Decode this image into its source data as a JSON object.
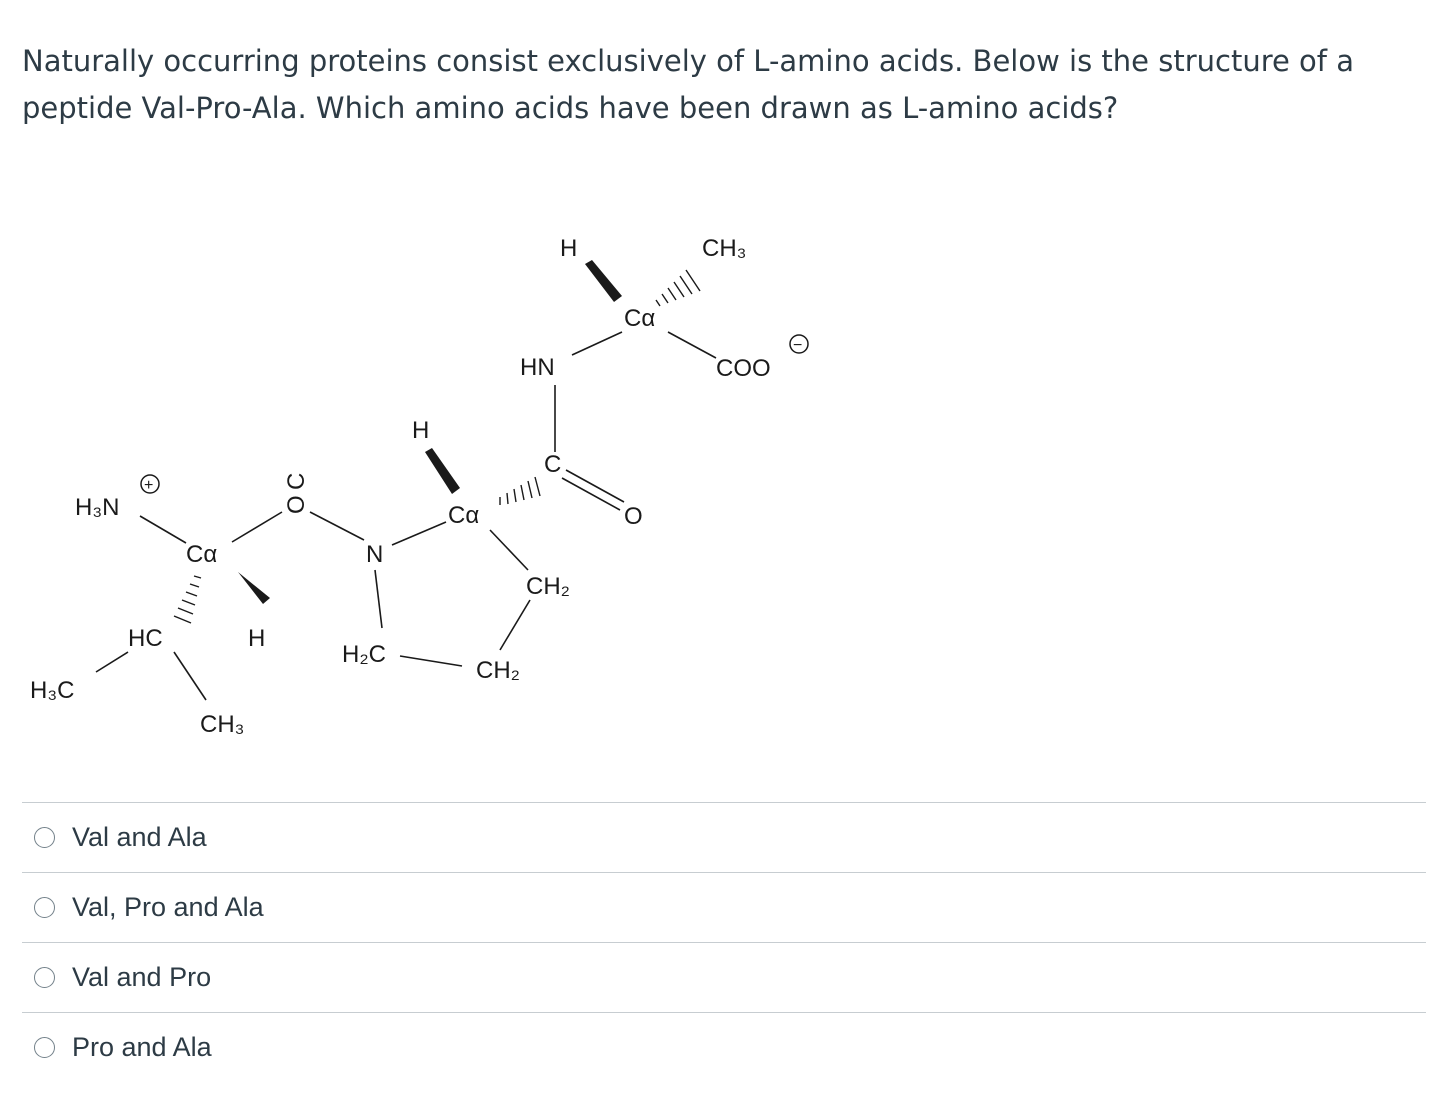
{
  "question": {
    "text": "Naturally occurring proteins consist exclusively of L-amino acids. Below is the structure of a peptide Val-Pro-Ala. Which amino acids have been drawn as L-amino acids?"
  },
  "structure_labels": {
    "h3n": "H₃N",
    "plus": "+",
    "ca_val": "Cα",
    "h_val": "H",
    "hc": "HC",
    "h3c": "H₃C",
    "ch3_val": "CH₃",
    "o_amide1": "O",
    "c_amide1": "C",
    "n_pro": "N",
    "h_pro": "H",
    "ca_pro": "Cα",
    "c_amide2": "C",
    "o_amide2": "O",
    "ch2_pro_a": "CH₂",
    "h2c_pro": "H₂C",
    "ch2_pro_b": "CH₂",
    "hn_ala": "HN",
    "h_ala": "H",
    "ca_ala": "Cα",
    "ch3_ala": "CH₃",
    "coo": "COO",
    "minus": "−"
  },
  "answers": [
    {
      "label": "Val and Ala",
      "selected": false
    },
    {
      "label": "Val, Pro and Ala",
      "selected": false
    },
    {
      "label": "Val and Pro",
      "selected": false
    },
    {
      "label": "Pro and Ala",
      "selected": false
    }
  ]
}
